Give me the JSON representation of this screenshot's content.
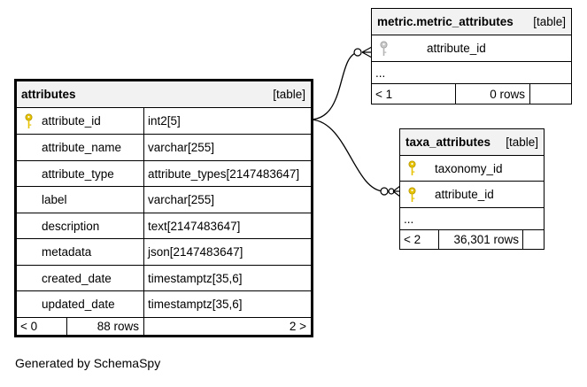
{
  "diagram": {
    "footer": "Generated by SchemaSpy",
    "tables": {
      "attributes": {
        "name": "attributes",
        "kind": "[table]",
        "columns": [
          {
            "name": "attribute_id",
            "type": "int2[5]",
            "primary_key": true
          },
          {
            "name": "attribute_name",
            "type": "varchar[255]"
          },
          {
            "name": "attribute_type",
            "type": "attribute_types[2147483647]"
          },
          {
            "name": "label",
            "type": "varchar[255]"
          },
          {
            "name": "description",
            "type": "text[2147483647]"
          },
          {
            "name": "metadata",
            "type": "json[2147483647]"
          },
          {
            "name": "created_date",
            "type": "timestamptz[35,6]"
          },
          {
            "name": "updated_date",
            "type": "timestamptz[35,6]"
          }
        ],
        "footer": {
          "parents": "< 0",
          "rows": "88 rows",
          "children": "2 >"
        }
      },
      "metric_attributes": {
        "name": "metric.metric_attributes",
        "kind": "[table]",
        "columns": [
          {
            "name": "attribute_id",
            "foreign_key": true
          }
        ],
        "ellipsis": "...",
        "footer": {
          "parents": "< 1",
          "rows": "0 rows"
        }
      },
      "taxa_attributes": {
        "name": "taxa_attributes",
        "kind": "[table]",
        "columns": [
          {
            "name": "taxonomy_id",
            "primary_key": true
          },
          {
            "name": "attribute_id",
            "primary_key": true
          }
        ],
        "ellipsis": "...",
        "footer": {
          "parents": "< 2",
          "rows": "36,301 rows"
        }
      }
    },
    "relationships": [
      {
        "from": "attributes.attribute_id",
        "to": "metric.metric_attributes.attribute_id"
      },
      {
        "from": "attributes.attribute_id",
        "to": "taxa_attributes.attribute_id"
      }
    ],
    "colors": {
      "primary_key": "#e6c200",
      "foreign_key": "#9a9a9a",
      "header": "#f2f2f2"
    }
  }
}
